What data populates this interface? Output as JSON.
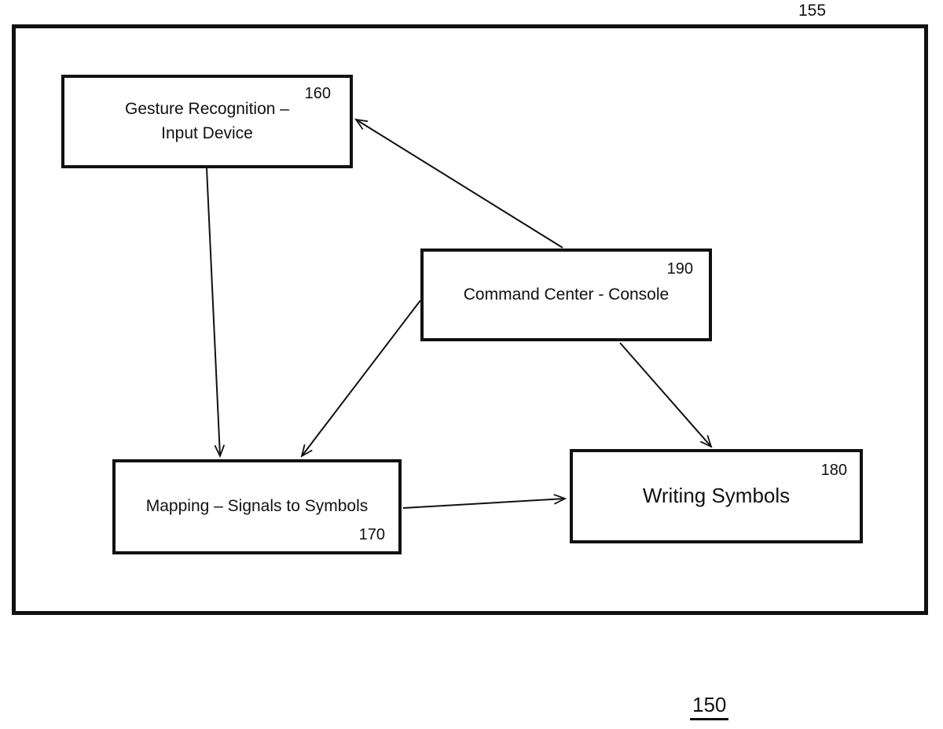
{
  "figure": {
    "system_ref": "155",
    "figure_number": "150",
    "background": "#ffffff",
    "line_color": "#111111"
  },
  "boxes": {
    "gesture": {
      "ref": "160",
      "text": "Gesture Recognition –\nInput Device"
    },
    "command": {
      "ref": "190",
      "text": "Command Center - Console"
    },
    "mapping": {
      "ref": "170",
      "text": "Mapping – Signals to Symbols"
    },
    "writing": {
      "ref": "180",
      "text": "Writing Symbols"
    }
  },
  "arrows": [
    {
      "from": "Gesture Recognition – Input Device (160)",
      "to": "Mapping – Signals to Symbols (170)"
    },
    {
      "from": "Command Center - Console (190)",
      "to": "Gesture Recognition – Input Device (160)"
    },
    {
      "from": "Command Center - Console (190)",
      "to": "Mapping – Signals to Symbols (170)"
    },
    {
      "from": "Command Center - Console (190)",
      "to": "Writing Symbols (180)"
    },
    {
      "from": "Mapping – Signals to Symbols (170)",
      "to": "Writing Symbols (180)"
    }
  ]
}
